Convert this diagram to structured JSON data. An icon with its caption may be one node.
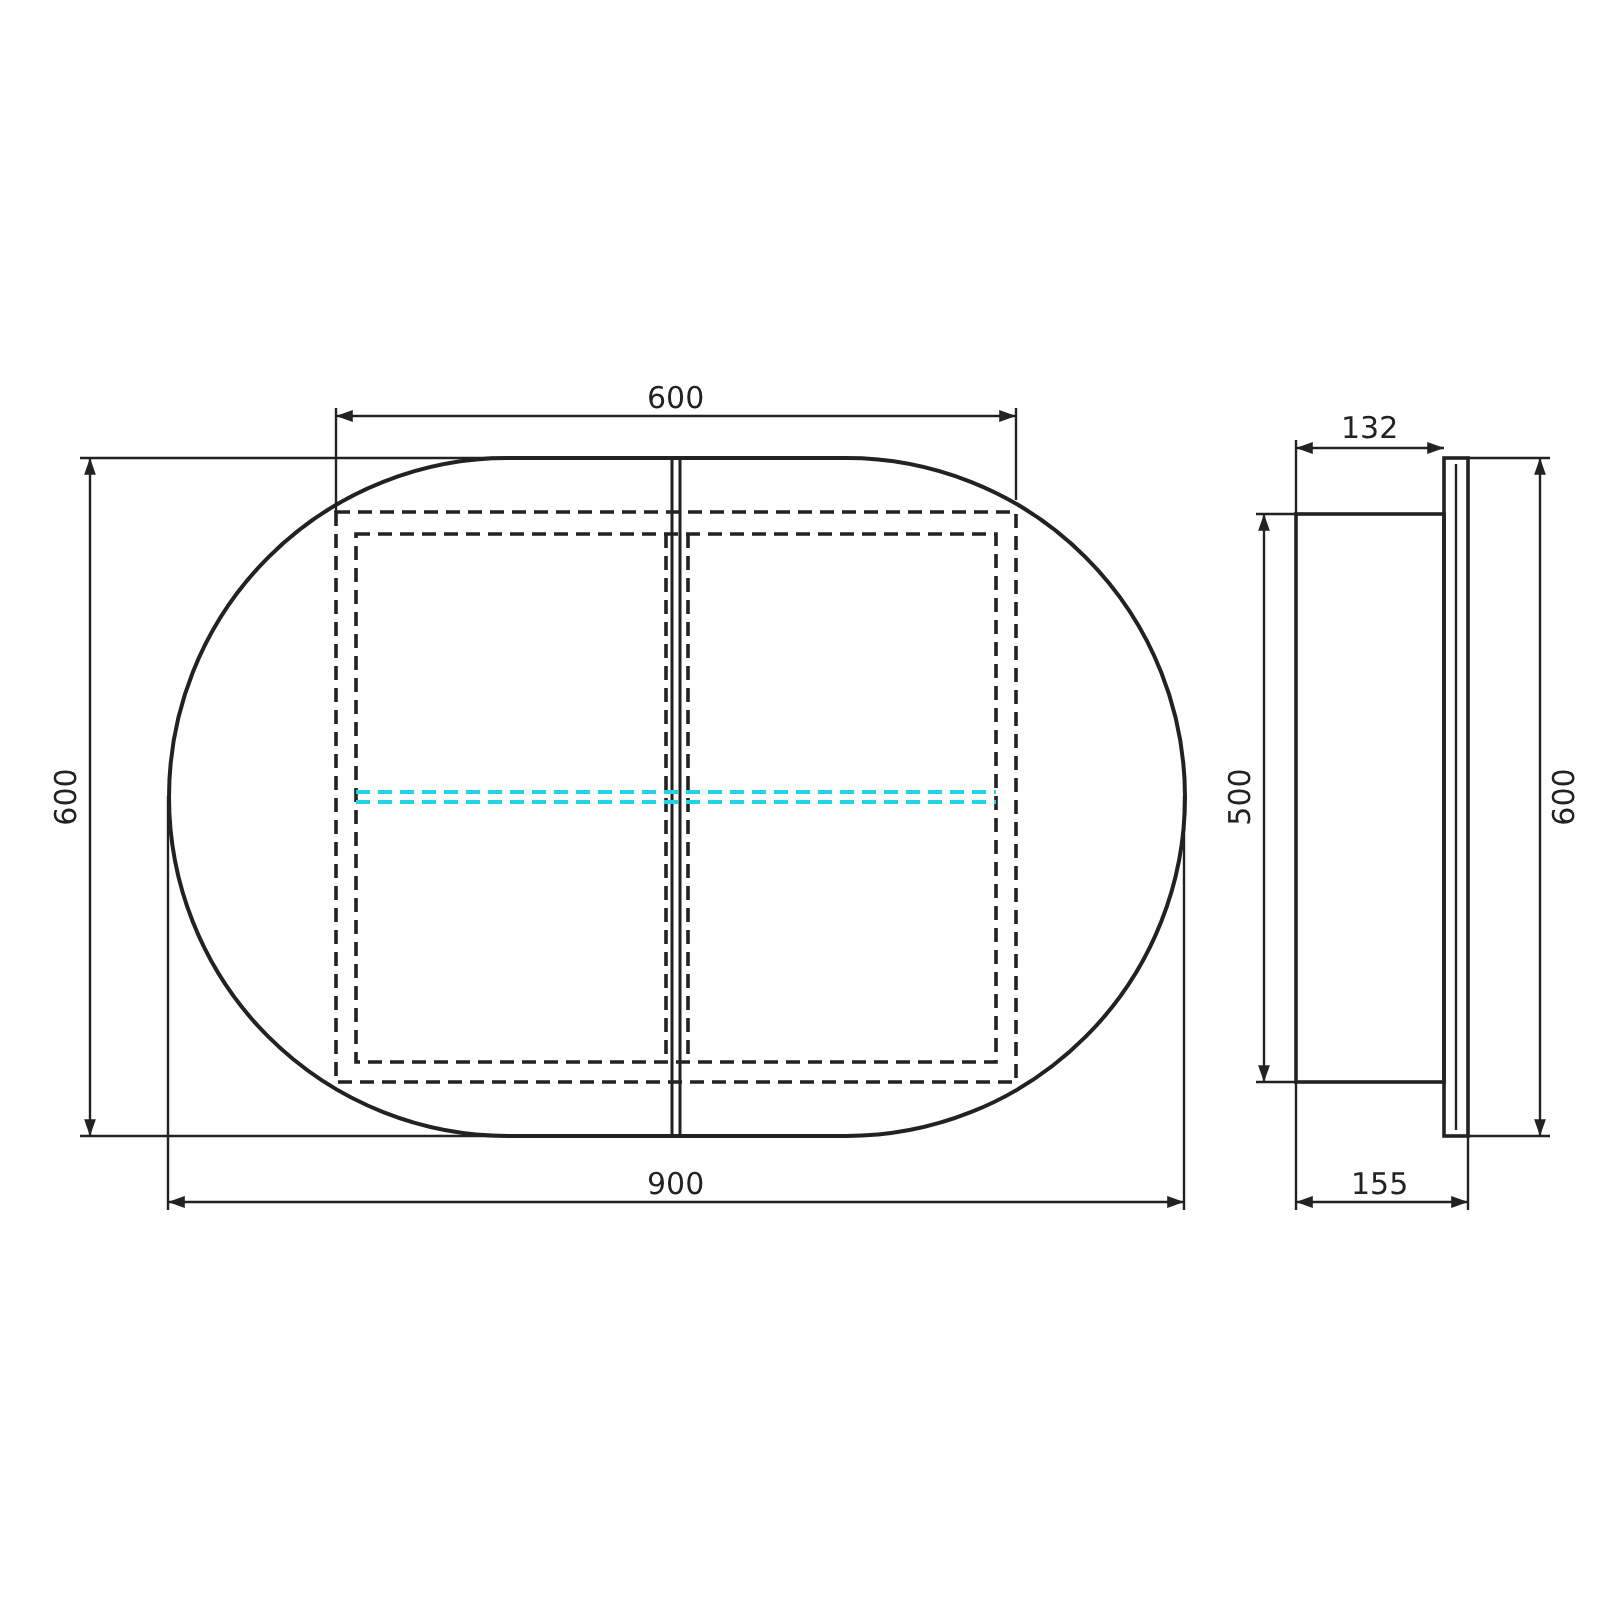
{
  "diagram": {
    "labels": [
      "600",
      "132",
      "600",
      "500",
      "600",
      "900",
      "155"
    ]
  }
}
